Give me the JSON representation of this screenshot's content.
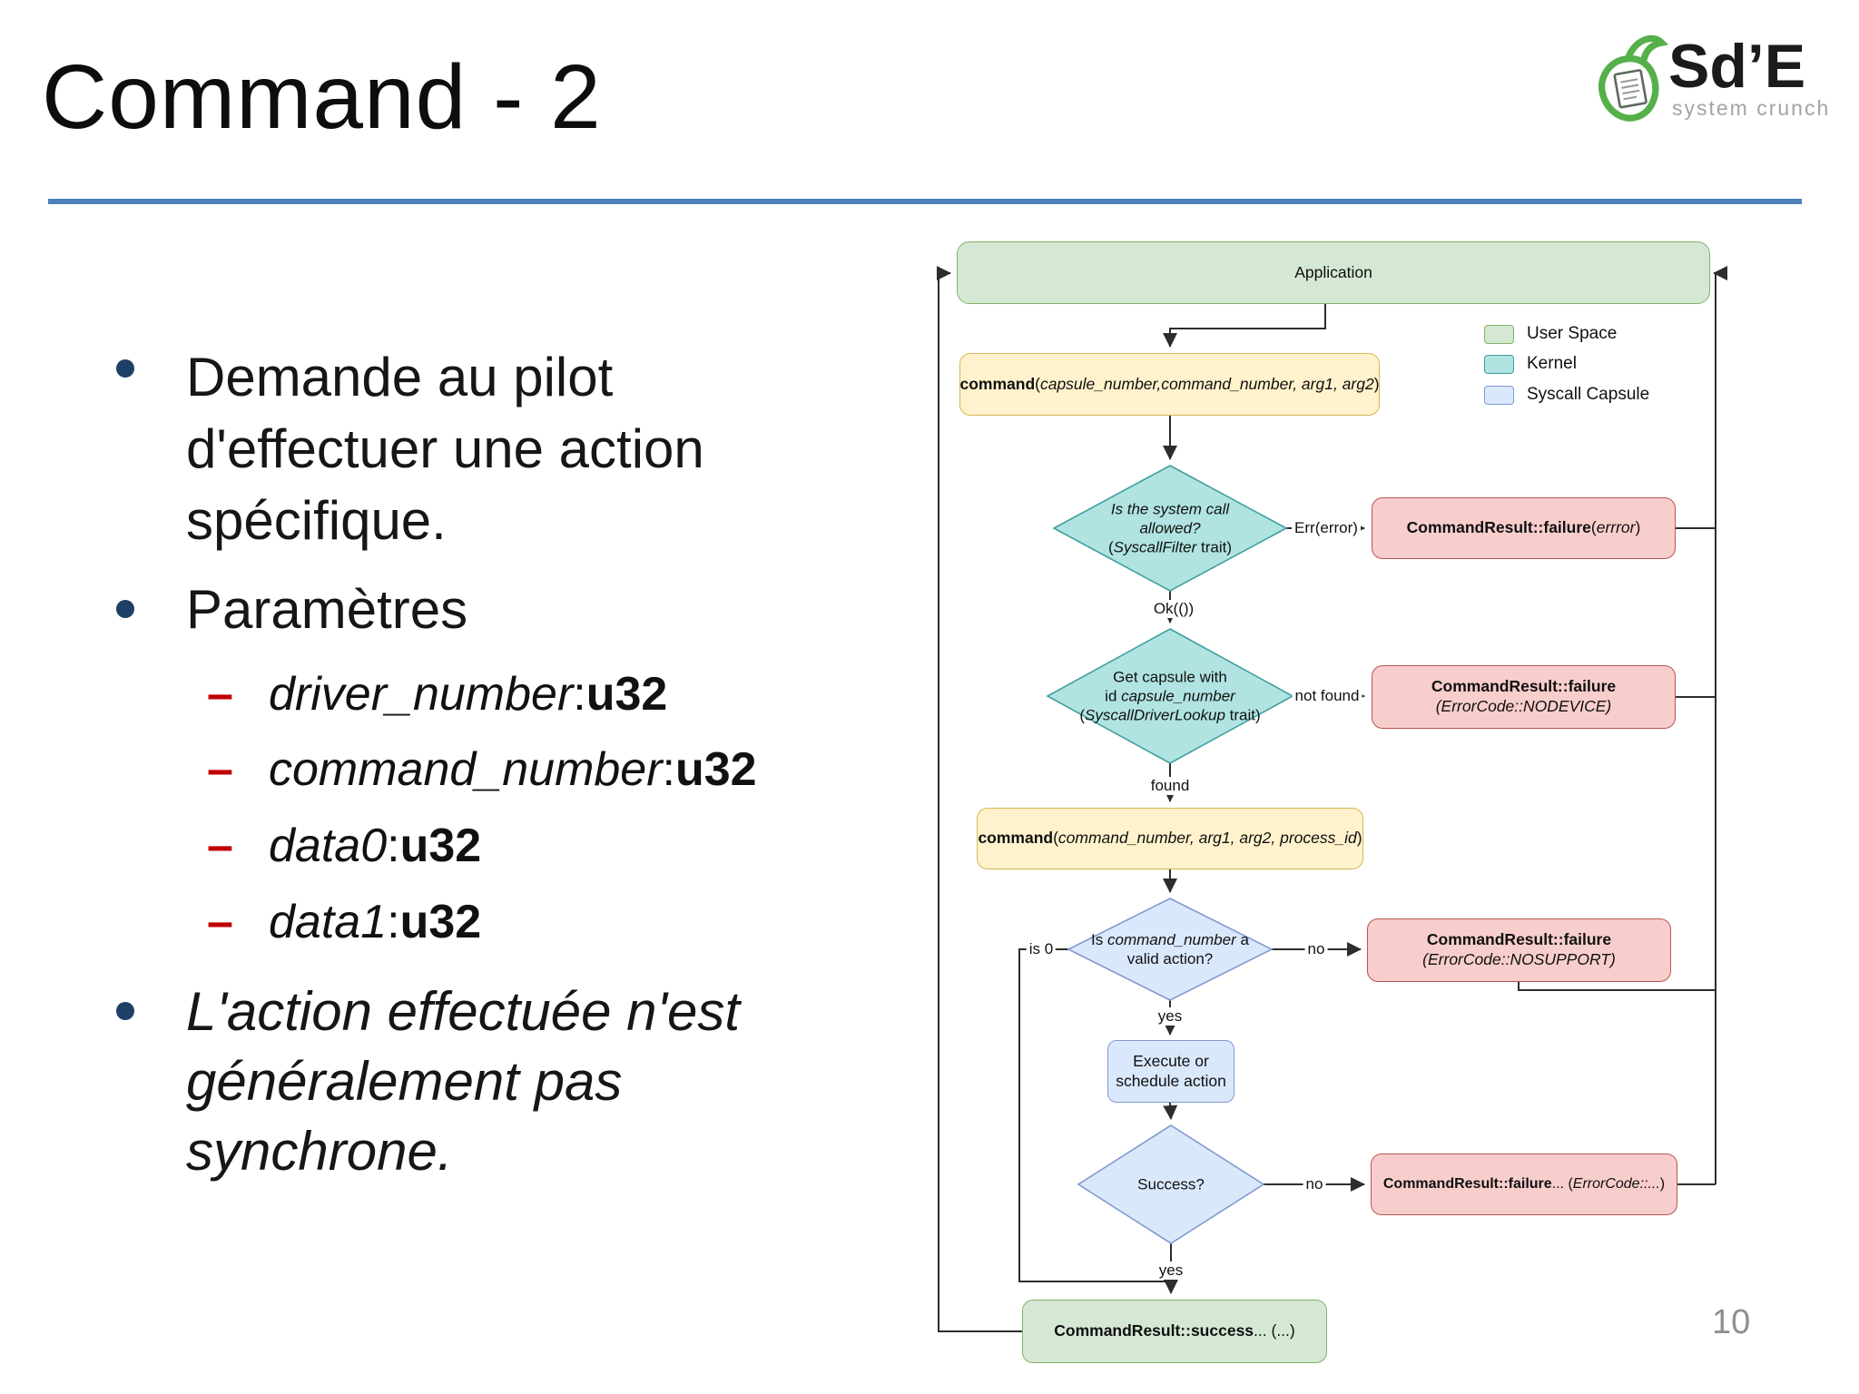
{
  "slide": {
    "title": "Command - 2",
    "page_number": "10"
  },
  "logo": {
    "brand": "Sd’E",
    "tagline": "system crunch"
  },
  "content": {
    "dash_glyph": "–",
    "bullet1": {
      "lines": [
        "Demande au pilot",
        "d'effectuer une action",
        "spécifique."
      ]
    },
    "bullet2": {
      "label": "Paramètres"
    },
    "params": [
      {
        "name": "driver_number",
        "sep": ": ",
        "type": "u32"
      },
      {
        "name": "command_number",
        "sep": ": ",
        "type": "u32"
      },
      {
        "name": "data0",
        "sep": ": ",
        "type": "u32"
      },
      {
        "name": "data1",
        "sep": ": ",
        "type": "u32"
      }
    ],
    "bullet3": {
      "lines": [
        "L'action effectuée n'est",
        "généralement pas",
        "synchrone."
      ]
    }
  },
  "legend": {
    "items": [
      {
        "label": "User Space"
      },
      {
        "label": "Kernel"
      },
      {
        "label": "Syscall Capsule"
      }
    ]
  },
  "colors": {
    "accent_rule": "#4f81bd",
    "user_space_fill": "#d5e8d4",
    "user_space_border": "#82b366",
    "kernel_fill": "#b0e3e1",
    "kernel_border": "#3fa09d",
    "syscall_capsule_fill": "#dae8fc",
    "syscall_capsule_border": "#8099d0",
    "failure_fill": "#f8cecc",
    "failure_border": "#b85450",
    "command_fill": "#fff2cc",
    "command_border": "#d6b656",
    "bullet_dot": "#1f4066",
    "sub_dash": "#c00000",
    "logo_green": "#55b04a"
  },
  "flow": {
    "app": {
      "label": "Application"
    },
    "cmd1": {
      "bold": "command",
      "pre": " (",
      "args": "capsule_number,command_number, arg1, arg2",
      "post": ")"
    },
    "d1": {
      "l1": "Is the system call",
      "l2": "allowed?",
      "l3pre": "(",
      "l3i": "SyscallFilter",
      "l3post": " trait)"
    },
    "red1": {
      "bold": "CommandResult::failure",
      "pre": "(",
      "arg": "errror",
      "post": ")"
    },
    "d2": {
      "l1": "Get capsule with",
      "l2pre": "id ",
      "l2i": "capsule_number",
      "l3pre": "(",
      "l3i": "SyscallDriverLookup",
      "l3post": " trait)"
    },
    "red2": {
      "bold": "CommandResult::failure",
      "sub": "(ErrorCode::NODEVICE)"
    },
    "cmd2": {
      "bold": "command",
      "pre": " (",
      "args": "command_number, arg1, arg2, process_id",
      "post": ")"
    },
    "d3": {
      "l1pre": "Is ",
      "l1i": "command_number",
      "l1post": " a",
      "l2": "valid action?"
    },
    "red3": {
      "bold": "CommandResult::failure",
      "sub": "(ErrorCode::NOSUPPORT)"
    },
    "exec": {
      "l1": "Execute or",
      "l2": "schedule action"
    },
    "d4": {
      "label": "Success?"
    },
    "red4": {
      "bold": "CommandResult::failure",
      "mid": "... (",
      "arg": "ErrorCode::...",
      "post": ")"
    },
    "success": {
      "bold": "CommandResult::success",
      "rest": "... (...)"
    },
    "labels": {
      "err": "Err(error)",
      "ok": "Ok(())",
      "not_found": "not found",
      "found": "found",
      "no1": "no",
      "is0": "is 0",
      "yes1": "yes",
      "no2": "no",
      "yes2": "yes"
    }
  }
}
